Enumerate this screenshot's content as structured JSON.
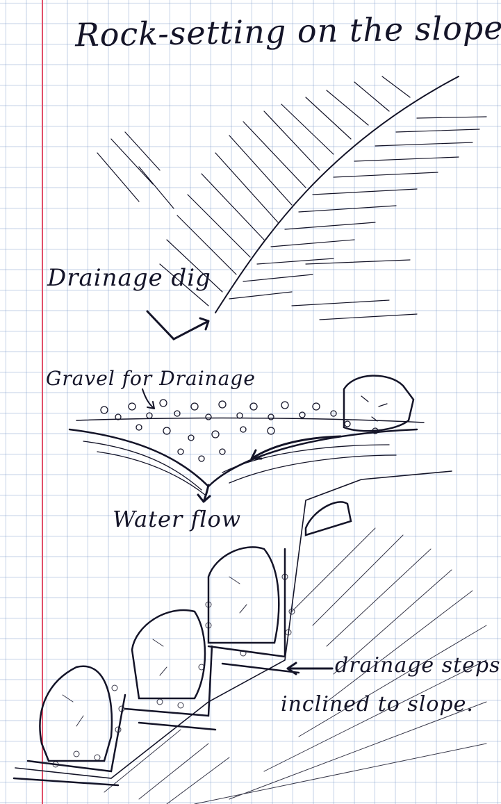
{
  "title": "Rock-setting on the slope",
  "labels": {
    "drainage_dig": "Drainage dig",
    "gravel": "Gravel for Drainage",
    "water_flow": "Water flow",
    "steps_line1": "drainage steps",
    "steps_line2": "inclined to slope."
  },
  "colors": {
    "ink": "#141428",
    "grid": "#7896c8",
    "margin": "#e0506a",
    "paper": "#ffffff"
  }
}
